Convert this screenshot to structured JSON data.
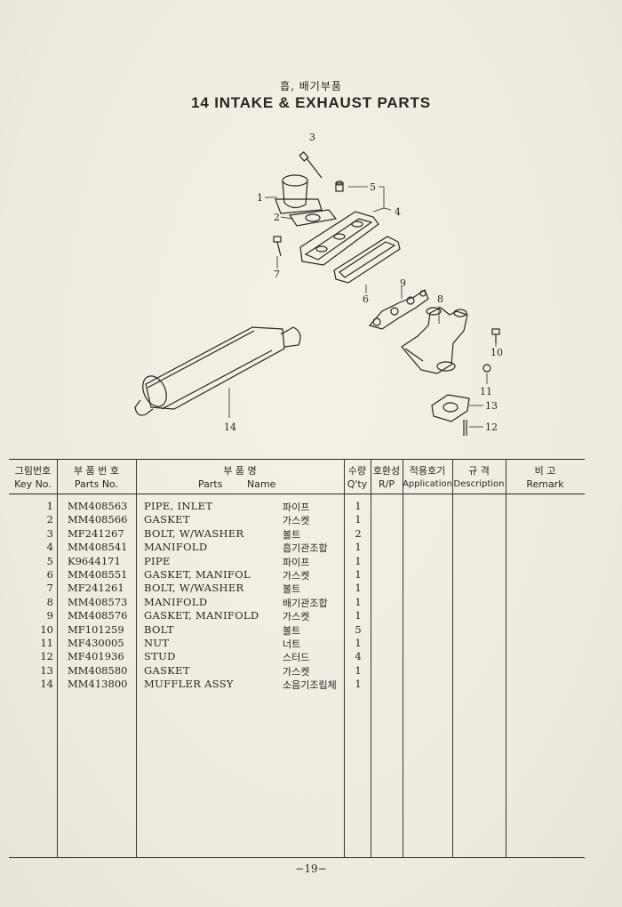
{
  "header": {
    "title_kr": "흡, 배기부품",
    "title_en": "14   INTAKE & EXHAUST PARTS"
  },
  "diagram": {
    "callouts": [
      "1",
      "2",
      "3",
      "4",
      "5",
      "6",
      "7",
      "8",
      "9",
      "10",
      "11",
      "12",
      "13",
      "14"
    ]
  },
  "table": {
    "headers": {
      "key_kr": "그림번호",
      "key_en": "Key No.",
      "part_kr": "부 품 번 호",
      "part_en": "Parts No.",
      "name_kr": "부      품      명",
      "name_en1": "Parts",
      "name_en2": "Name",
      "qty_kr": "수량",
      "qty_en": "Q'ty",
      "rp_kr": "호환성",
      "rp_en": "R/P",
      "app_kr": "적용호기",
      "app_en": "Application",
      "desc_kr": "규  격",
      "desc_en": "Description",
      "remark_kr": "비      고",
      "remark_en": "Remark"
    },
    "rows": [
      {
        "key": "1",
        "part": "MM408563",
        "name": "PIPE, INLET",
        "name_kr": "파이프",
        "qty": "1"
      },
      {
        "key": "2",
        "part": "MM408566",
        "name": "GASKET",
        "name_kr": "가스켓",
        "qty": "1"
      },
      {
        "key": "3",
        "part": "MF241267",
        "name": "BOLT, W/WASHER",
        "name_kr": "볼트",
        "qty": "2"
      },
      {
        "key": "4",
        "part": "MM408541",
        "name": "MANIFOLD",
        "name_kr": "흡기관조합",
        "qty": "1"
      },
      {
        "key": "5",
        "part": "K9644171",
        "name": "PIPE",
        "name_kr": "파이프",
        "qty": "1"
      },
      {
        "key": "6",
        "part": "MM408551",
        "name": "GASKET, MANIFOL",
        "name_kr": "가스켓",
        "qty": "1"
      },
      {
        "key": "7",
        "part": "MF241261",
        "name": "BOLT, W/WASHER",
        "name_kr": "볼트",
        "qty": "1"
      },
      {
        "key": "8",
        "part": "MM408573",
        "name": "MANIFOLD",
        "name_kr": "배기관조합",
        "qty": "1"
      },
      {
        "key": "9",
        "part": "MM408576",
        "name": "GASKET, MANIFOLD",
        "name_kr": "가스켓",
        "qty": "1"
      },
      {
        "key": "10",
        "part": "MF101259",
        "name": "BOLT",
        "name_kr": "볼트",
        "qty": "5"
      },
      {
        "key": "11",
        "part": "MF430005",
        "name": "NUT",
        "name_kr": "너트",
        "qty": "1"
      },
      {
        "key": "12",
        "part": "MF401936",
        "name": "STUD",
        "name_kr": "스터드",
        "qty": "4"
      },
      {
        "key": "13",
        "part": "MM408580",
        "name": "GASKET",
        "name_kr": "가스켓",
        "qty": "1"
      },
      {
        "key": "14",
        "part": "MM413800",
        "name": "MUFFLER ASSY",
        "name_kr": "소음기조립체",
        "qty": "1"
      }
    ]
  },
  "footer": {
    "page": "−19−"
  }
}
